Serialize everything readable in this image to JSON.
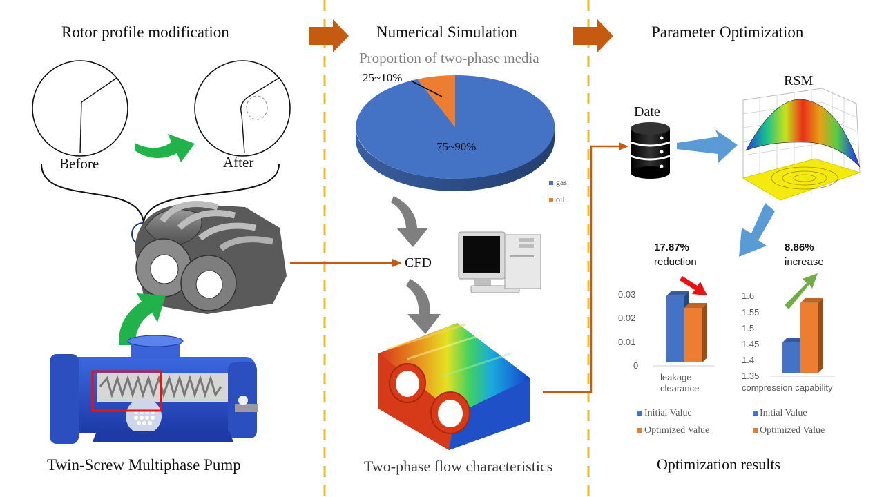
{
  "sections": {
    "rotor": {
      "title": "Rotor profile modification",
      "before": "Before",
      "after": "After",
      "pump": "Twin-Screw Multiphase Pump"
    },
    "simulation": {
      "title": "Numerical Simulation",
      "pie_title": "Proportion of two-phase media",
      "pie_small_label": "25~10%",
      "pie_big_label": "75~90%",
      "cfd": "CFD",
      "flow": "Two-phase flow characteristics"
    },
    "optimization": {
      "title": "Parameter Optimization",
      "date": "Date",
      "rsm": "RSM",
      "results": "Optimization results"
    }
  },
  "colors": {
    "blue": "#4472c4",
    "orange": "#ed7d31",
    "green": "#22b24c",
    "brown": "#c55a11",
    "gold": "#f2b820",
    "gray": "#7f7f7f",
    "pump_blue": "#2f55c8"
  },
  "chart_data": [
    {
      "type": "pie",
      "title": "Proportion of two-phase media",
      "labels": [
        "gas",
        "oil"
      ],
      "values": [
        90,
        10
      ],
      "annotations": [
        "75~90%",
        "25~10%"
      ],
      "legend": "right-bottom"
    },
    {
      "type": "bar",
      "categories": [
        "leakage clearance"
      ],
      "xlabel": "leakage clearance",
      "ylim": [
        0,
        0.03
      ],
      "yticks": [
        "0.03",
        "0.02",
        "0.01",
        "0"
      ],
      "series": [
        {
          "name": "Initial Value",
          "values": [
            0.0295
          ]
        },
        {
          "name": "Optimized Value",
          "values": [
            0.0242
          ]
        }
      ],
      "annotation": [
        "17.87%",
        "reduction"
      ],
      "legend": "bottom"
    },
    {
      "type": "bar",
      "categories": [
        "compression capability"
      ],
      "xlabel": "compression capability",
      "ylim": [
        1.35,
        1.6
      ],
      "yticks": [
        "1.6",
        "1.55",
        "1.5",
        "1.45",
        "1.4",
        "1.35"
      ],
      "series": [
        {
          "name": "Initial Value",
          "values": [
            1.45
          ]
        },
        {
          "name": "Optimized Value",
          "values": [
            1.58
          ]
        }
      ],
      "annotation": [
        "8.86%",
        "increase"
      ],
      "legend": "bottom"
    }
  ]
}
